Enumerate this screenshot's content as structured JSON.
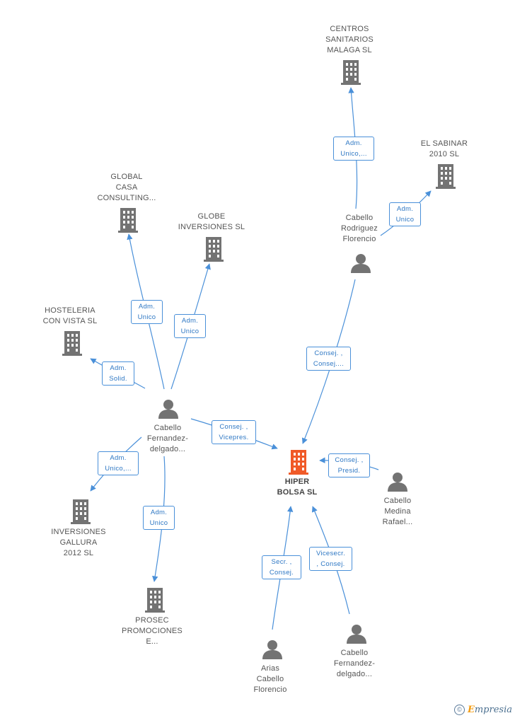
{
  "nodes": {
    "centros_sanitarios": {
      "label": "CENTROS\nSANITARIOS\nMALAGA  SL",
      "type": "company"
    },
    "el_sabinar": {
      "label": "EL SABINAR\n2010 SL",
      "type": "company"
    },
    "global_casa": {
      "label": "GLOBAL\nCASA\nCONSULTING...",
      "type": "company"
    },
    "globe_inversiones": {
      "label": "GLOBE\nINVERSIONES SL",
      "type": "company"
    },
    "hosteleria": {
      "label": "HOSTELERIA\nCON VISTA SL",
      "type": "company"
    },
    "cabello_rodriguez": {
      "label": "Cabello\nRodriguez\nFlorencio",
      "type": "person"
    },
    "cabello_fernandez_1": {
      "label": "Cabello\nFernandez-\ndelgado...",
      "type": "person"
    },
    "hiper_bolsa": {
      "label": "HIPER\nBOLSA SL",
      "type": "company-main"
    },
    "cabello_medina": {
      "label": "Cabello\nMedina\nRafael...",
      "type": "person"
    },
    "inversiones_gallura": {
      "label": "INVERSIONES\nGALLURA\n2012 SL",
      "type": "company"
    },
    "prosec": {
      "label": "PROSEC\nPROMOCIONES\nE...",
      "type": "company"
    },
    "arias_cabello": {
      "label": "Arias\nCabello\nFlorencio",
      "type": "person"
    },
    "cabello_fernandez_2": {
      "label": "Cabello\nFernandez-\ndelgado...",
      "type": "person"
    }
  },
  "relations": {
    "r1": "Adm.\nUnico,...",
    "r2": "Adm.\nUnico",
    "r3": "Adm.\nUnico",
    "r4": "Adm.\nUnico",
    "r5": "Adm.\nSolid.",
    "r6": "Consej. ,\nConsej....",
    "r7": "Consej. ,\nVicepres.",
    "r8": "Consej. ,\nPresid.",
    "r9": "Adm.\nUnico,...",
    "r10": "Adm.\nUnico",
    "r11": "Secr. ,\nConsej.",
    "r12": "Vicesecr.\n, Consej."
  },
  "colors": {
    "company": "#737373",
    "person": "#737373",
    "main": "#f05a28",
    "edge": "#4a90d9"
  },
  "footer": {
    "copyright": "©",
    "brand_first": "E",
    "brand_rest": "mpresia"
  }
}
